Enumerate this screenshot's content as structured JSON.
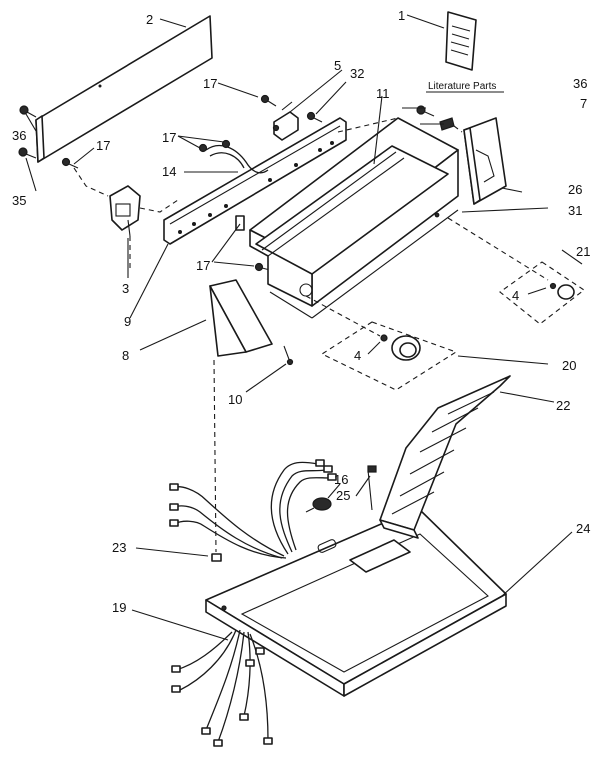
{
  "diagram": {
    "literature_caption": "Literature Parts",
    "callouts": {
      "c1": "1",
      "c2": "2",
      "c3": "3",
      "c4a": "4",
      "c4b": "4",
      "c5": "5",
      "c7": "7",
      "c8": "8",
      "c9": "9",
      "c10": "10",
      "c11": "11",
      "c14": "14",
      "c16": "16",
      "c17a": "17",
      "c17b": "17",
      "c17c": "17",
      "c17d": "17",
      "c19": "19",
      "c20": "20",
      "c21": "21",
      "c22": "22",
      "c23": "23",
      "c24": "24",
      "c25": "25",
      "c26": "26",
      "c31": "31",
      "c32": "32",
      "c35": "35",
      "c36a": "36",
      "c36b": "36"
    }
  }
}
